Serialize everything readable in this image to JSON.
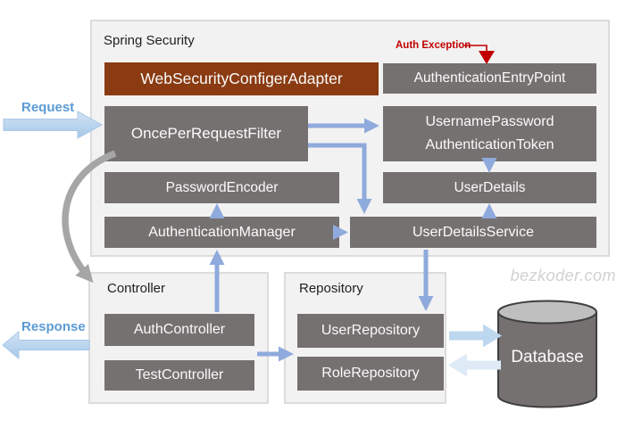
{
  "watermark": "bezkoder.com",
  "external": {
    "request_label": "Request",
    "response_label": "Response"
  },
  "annotations": {
    "auth_exception": "Auth Exception"
  },
  "groups": {
    "spring_security": {
      "title": "Spring Security"
    },
    "controller": {
      "title": "Controller"
    },
    "repository": {
      "title": "Repository"
    }
  },
  "nodes": {
    "web_security_configer_adapter": {
      "label": "WebSecurityConfigerAdapter"
    },
    "authentication_entry_point": {
      "label": "AuthenticationEntryPoint"
    },
    "once_per_request_filter": {
      "label": "OncePerRequestFilter"
    },
    "username_password_authentication_token": {
      "label": "UsernamePassword\nAuthenticationToken"
    },
    "password_encoder": {
      "label": "PasswordEncoder"
    },
    "user_details": {
      "label": "UserDetails"
    },
    "authentication_manager": {
      "label": "AuthenticationManager"
    },
    "user_details_service": {
      "label": "UserDetailsService"
    },
    "auth_controller": {
      "label": "AuthController"
    },
    "test_controller": {
      "label": "TestController"
    },
    "user_repository": {
      "label": "UserRepository"
    },
    "role_repository": {
      "label": "RoleRepository"
    },
    "database": {
      "label": "Database"
    }
  },
  "edges": [
    {
      "from": "Request",
      "to": "OncePerRequestFilter"
    },
    {
      "from": "Auth Exception",
      "to": "AuthenticationEntryPoint",
      "style": "red"
    },
    {
      "from": "OncePerRequestFilter",
      "to": "UsernamePasswordAuthenticationToken"
    },
    {
      "from": "OncePerRequestFilter",
      "to": "UserDetailsService"
    },
    {
      "from": "UsernamePasswordAuthenticationToken",
      "to": "UserDetails"
    },
    {
      "from": "UserDetailsService",
      "to": "UserDetails"
    },
    {
      "from": "AuthenticationManager",
      "to": "PasswordEncoder"
    },
    {
      "from": "AuthenticationManager",
      "to": "UserDetailsService"
    },
    {
      "from": "AuthController",
      "to": "AuthenticationManager"
    },
    {
      "from": "UserDetailsService",
      "to": "UserRepository"
    },
    {
      "from": "TestController",
      "to": "RoleRepository"
    },
    {
      "from": "OncePerRequestFilter",
      "to": "Controller",
      "style": "curved-gray"
    },
    {
      "from": "Controller",
      "to": "Response"
    },
    {
      "from": "UserRepository",
      "to": "Database"
    },
    {
      "from": "Database",
      "to": "RoleRepository"
    }
  ],
  "colors": {
    "box_gray": "#767171",
    "box_brown": "#8A3B12",
    "group_bg": "#F2F2F2",
    "arrow_blue": "#8FAADC",
    "block_arrow_blue": "#BDD7EE",
    "db_arrow_light": "#BDD7EE",
    "db_arrow_lighter": "#DEEBF7",
    "label_blue": "#5B9BD5",
    "exception_red": "#C00000",
    "curve_gray": "#A6A6A6"
  }
}
